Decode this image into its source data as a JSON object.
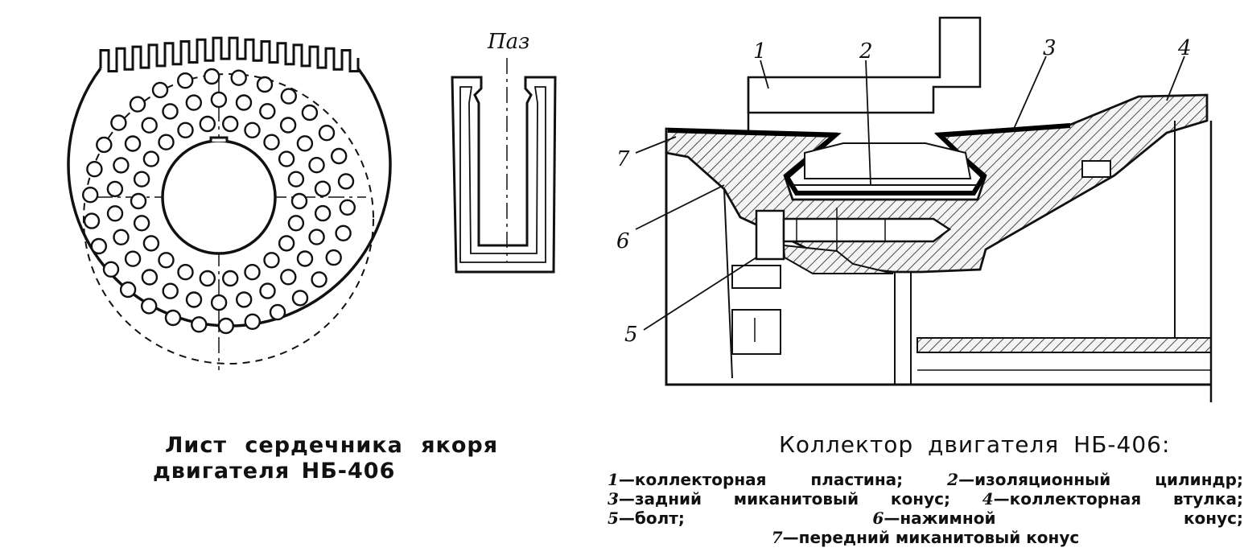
{
  "left_figure": {
    "slot_label": "Паз",
    "caption_line1": "Лист  сердечника  якоря",
    "caption_line2": "двигателя  НБ-406"
  },
  "right_figure": {
    "caption_title": "Коллектор  двигателя  НБ-406:",
    "callouts": [
      "1",
      "2",
      "3",
      "4",
      "5",
      "6",
      "7"
    ],
    "legend": [
      {
        "num": "1",
        "text": "коллекторная пластина;"
      },
      {
        "num": "2",
        "text": "изоляционный цилиндр;"
      },
      {
        "num": "3",
        "text": "задний миканитовый конус;"
      },
      {
        "num": "4",
        "text": "коллекторная втулка;"
      },
      {
        "num": "5",
        "text": "болт;"
      },
      {
        "num": "6",
        "text": "нажимной конус;"
      },
      {
        "num": "7",
        "text": "передний миканитовый конус"
      }
    ]
  }
}
